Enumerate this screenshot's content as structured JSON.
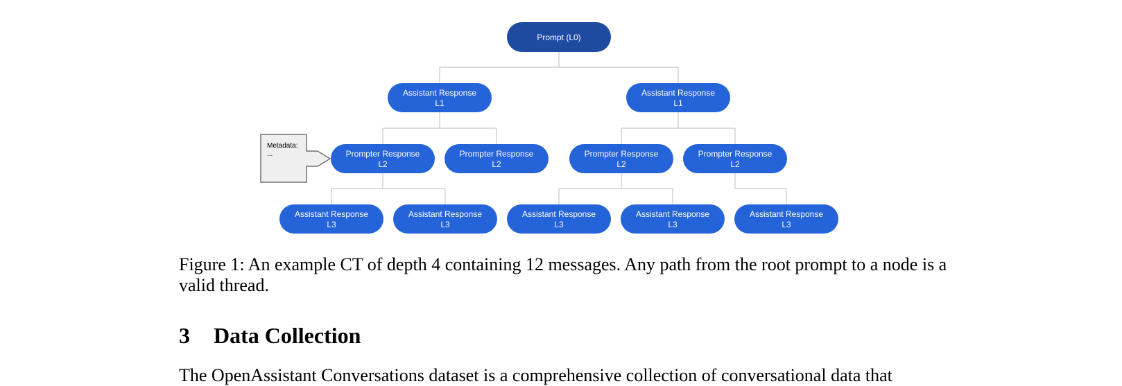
{
  "figure": {
    "metadata_box": {
      "line1": "Metadata:",
      "line2": "..."
    },
    "nodes": [
      {
        "id": "prompt",
        "line1": "Prompt (L0)",
        "line2": "",
        "color": "#1e4aa0"
      },
      {
        "id": "l1a",
        "line1": "Assistant Response",
        "line2": "L1",
        "color": "#2563d9"
      },
      {
        "id": "l1b",
        "line1": "Assistant Response",
        "line2": "L1",
        "color": "#2563d9"
      },
      {
        "id": "l2a",
        "line1": "Prompter Response",
        "line2": "L2",
        "color": "#2563d9"
      },
      {
        "id": "l2b",
        "line1": "Prompter Response",
        "line2": "L2",
        "color": "#2563d9"
      },
      {
        "id": "l2c",
        "line1": "Prompter Response",
        "line2": "L2",
        "color": "#2563d9"
      },
      {
        "id": "l2d",
        "line1": "Prompter Response",
        "line2": "L2",
        "color": "#2563d9"
      },
      {
        "id": "l3a",
        "line1": "Assistant Response",
        "line2": "L3",
        "color": "#2563d9"
      },
      {
        "id": "l3b",
        "line1": "Assistant Response",
        "line2": "L3",
        "color": "#2563d9"
      },
      {
        "id": "l3c",
        "line1": "Assistant Response",
        "line2": "L3",
        "color": "#2563d9"
      },
      {
        "id": "l3d",
        "line1": "Assistant Response",
        "line2": "L3",
        "color": "#2563d9"
      },
      {
        "id": "l3e",
        "line1": "Assistant Response",
        "line2": "L3",
        "color": "#2563d9"
      }
    ]
  },
  "caption": "Figure 1: An example CT of depth 4 containing 12 messages. Any path from the root prompt to a node is a valid thread.",
  "section": {
    "number": "3",
    "title": "Data Collection"
  },
  "body_text": "The OpenAssistant Conversations dataset is a comprehensive collection of conversational data that"
}
